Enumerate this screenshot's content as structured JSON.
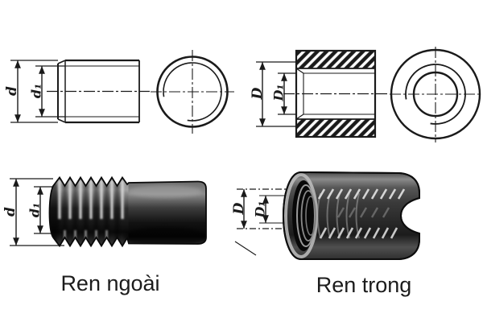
{
  "diagram": {
    "captions": {
      "external": "Ren ngoài",
      "internal": "Ren trong"
    },
    "labels": {
      "external_major": "d",
      "external_minor": "d₁",
      "internal_major": "D",
      "internal_minor": "D₁"
    },
    "colors": {
      "ink": "#1a1a1a",
      "paper": "#ffffff"
    }
  }
}
